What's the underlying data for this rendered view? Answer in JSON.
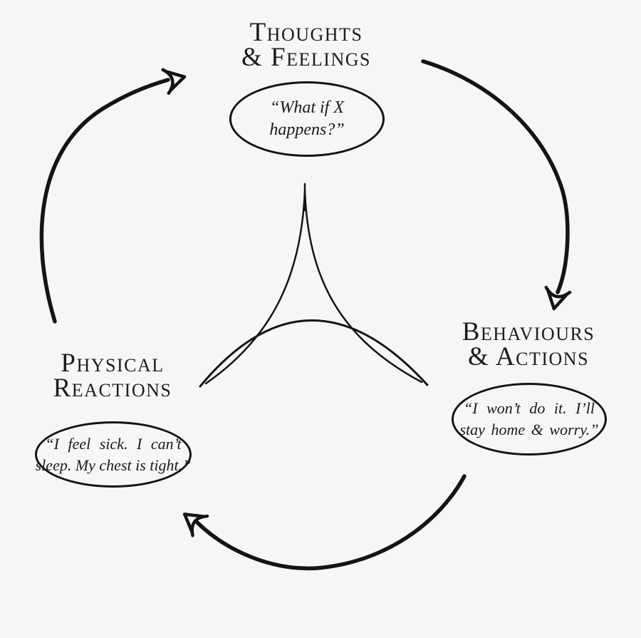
{
  "diagram": {
    "kind": "cbt-vicious-cycle",
    "background_color": "#f6f6f4",
    "ink_color": "#141414",
    "nodes": {
      "thoughts": {
        "title_line1": "Thoughts",
        "title_line2": "& Feelings",
        "quote_line1": "“What if X",
        "quote_line2": "happens?”"
      },
      "behaviours": {
        "title_line1": "Behaviours",
        "title_line2": "& Actions",
        "quote_line1": "“I won’t do it. I’ll",
        "quote_line2": "stay home & worry.”"
      },
      "physical": {
        "title_line1": "Physical",
        "title_line2": "Reactions",
        "quote_line1": "“I feel sick. I can’t",
        "quote_line2": "sleep. My chest is tight.”"
      }
    },
    "edges": [
      {
        "from": "physical",
        "to": "thoughts"
      },
      {
        "from": "thoughts",
        "to": "behaviours"
      },
      {
        "from": "behaviours",
        "to": "physical"
      }
    ]
  }
}
